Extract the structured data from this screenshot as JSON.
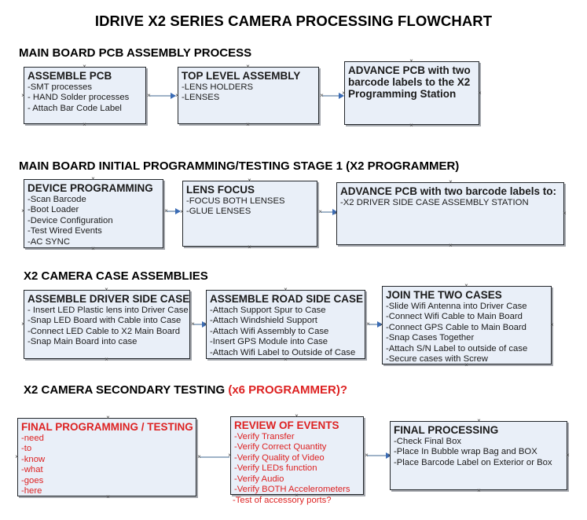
{
  "document": {
    "title": "IDRIVE X2  SERIES CAMERA PROCESSING FLOWCHART"
  },
  "colors": {
    "box_fill": "#e9eff8",
    "box_border": "#23272b",
    "connector": "#9fb3c8",
    "arrowhead": "#3b6cb5",
    "red_text": "#dd2222",
    "black_text": "#1b1b1b"
  },
  "sections": [
    {
      "heading": "MAIN BOARD PCB ASSEMBLY PROCESS",
      "heading_red": "",
      "boxes": [
        {
          "title": "ASSEMBLE PCB",
          "items": [
            "-SMT processes",
            "- HAND Solder processes",
            "- Attach Bar Code Label"
          ]
        },
        {
          "title": "TOP LEVEL ASSEMBLY",
          "items": [
            "-LENS HOLDERS",
            "-LENSES"
          ]
        },
        {
          "title": "ADVANCE PCB with two barcode labels to the  X2 Programming Station",
          "items": []
        }
      ]
    },
    {
      "heading": "MAIN BOARD INITIAL PROGRAMMING/TESTING STAGE 1 (X2 PROGRAMMER)",
      "heading_red": "",
      "boxes": [
        {
          "title": "DEVICE PROGRAMMING",
          "items": [
            "-Scan Barcode",
            "-Boot Loader",
            "-Device Configuration",
            "-Test Wired Events",
            "-AC SYNC"
          ]
        },
        {
          "title": "LENS FOCUS",
          "items": [
            "-FOCUS BOTH LENSES",
            "-GLUE LENSES"
          ]
        },
        {
          "title": "ADVANCE PCB with two barcode labels to:",
          "items": [
            "-X2 DRIVER  SIDE  CASE  ASSEMBLY STATION"
          ]
        }
      ]
    },
    {
      "heading": "X2 CAMERA CASE ASSEMBLIES",
      "heading_red": "",
      "boxes": [
        {
          "title": "ASSEMBLE DRIVER SIDE CASE",
          "items": [
            "- Insert LED Plastic lens into Driver Case",
            "-Snap LED Board with Cable into Case",
            "-Connect LED Cable to X2 Main Board",
            "-Snap Main Board into case"
          ]
        },
        {
          "title": "ASSEMBLE ROAD SIDE CASE",
          "items": [
            "-Attach Support Spur to Case",
            "-Attach Windshield Support",
            "-Attach Wifi Assembly to Case",
            "-Insert GPS Module into Case",
            "-Attach Wifi Label to Outside of Case"
          ]
        },
        {
          "title": "JOIN THE TWO CASES",
          "items": [
            "-Slide Wifi Antenna into Driver Case",
            "-Connect Wifi Cable to Main Board",
            "-Connect GPS Cable to Main Board",
            "-Snap Cases Together",
            "-Attach S/N Label to outside of case",
            "-Secure cases with Screw"
          ]
        }
      ]
    },
    {
      "heading": "X2 CAMERA SECONDARY TESTING",
      "heading_red": "(x6 PROGRAMMER)?",
      "boxes": [
        {
          "title": "FINAL PROGRAMMING / TESTING",
          "items": [
            "-need",
            "-to",
            "-know",
            "-what",
            "-goes",
            "-here"
          ]
        },
        {
          "title": "REVIEW OF EVENTS",
          "items": [
            "-Verify Transfer",
            "-Verify Correct Quantity",
            "-Verify Quality of Video",
            "-Verify LEDs function",
            "-Verify Audio",
            "-Verify BOTH Accelerometers"
          ],
          "overflow_item": "-Test of accessory ports?"
        },
        {
          "title": "FINAL PROCESSING",
          "items": [
            "-Check Final Box",
            "-Place In Bubble wrap Bag and BOX",
            "-Place Barcode Label on Exterior or Box"
          ]
        }
      ]
    }
  ]
}
